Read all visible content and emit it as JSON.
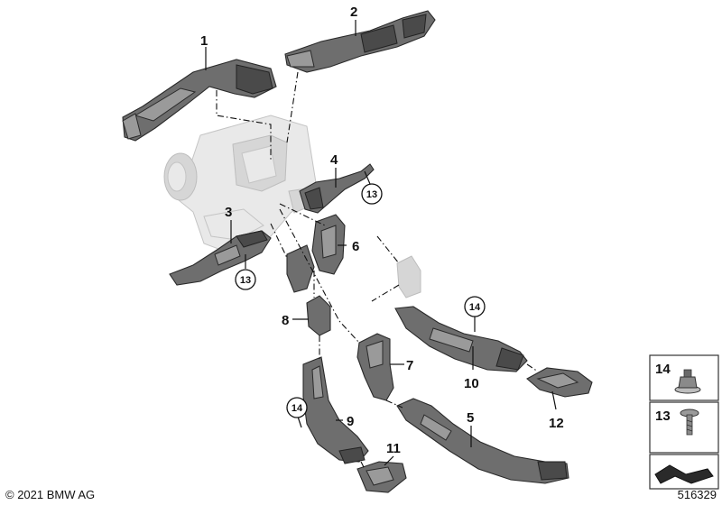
{
  "callouts": {
    "c1": "1",
    "c2": "2",
    "c3": "3",
    "c4": "4",
    "c5": "5",
    "c6": "6",
    "c7": "7",
    "c8": "8",
    "c9": "9",
    "c10": "10",
    "c11": "11",
    "c12": "12"
  },
  "circled": {
    "a": "13",
    "b": "13",
    "c": "14",
    "d": "14"
  },
  "legend": {
    "item14": "14",
    "item13": "13"
  },
  "footer": {
    "copyright": "© 2021 BMW AG",
    "diagram_number": "516329"
  }
}
